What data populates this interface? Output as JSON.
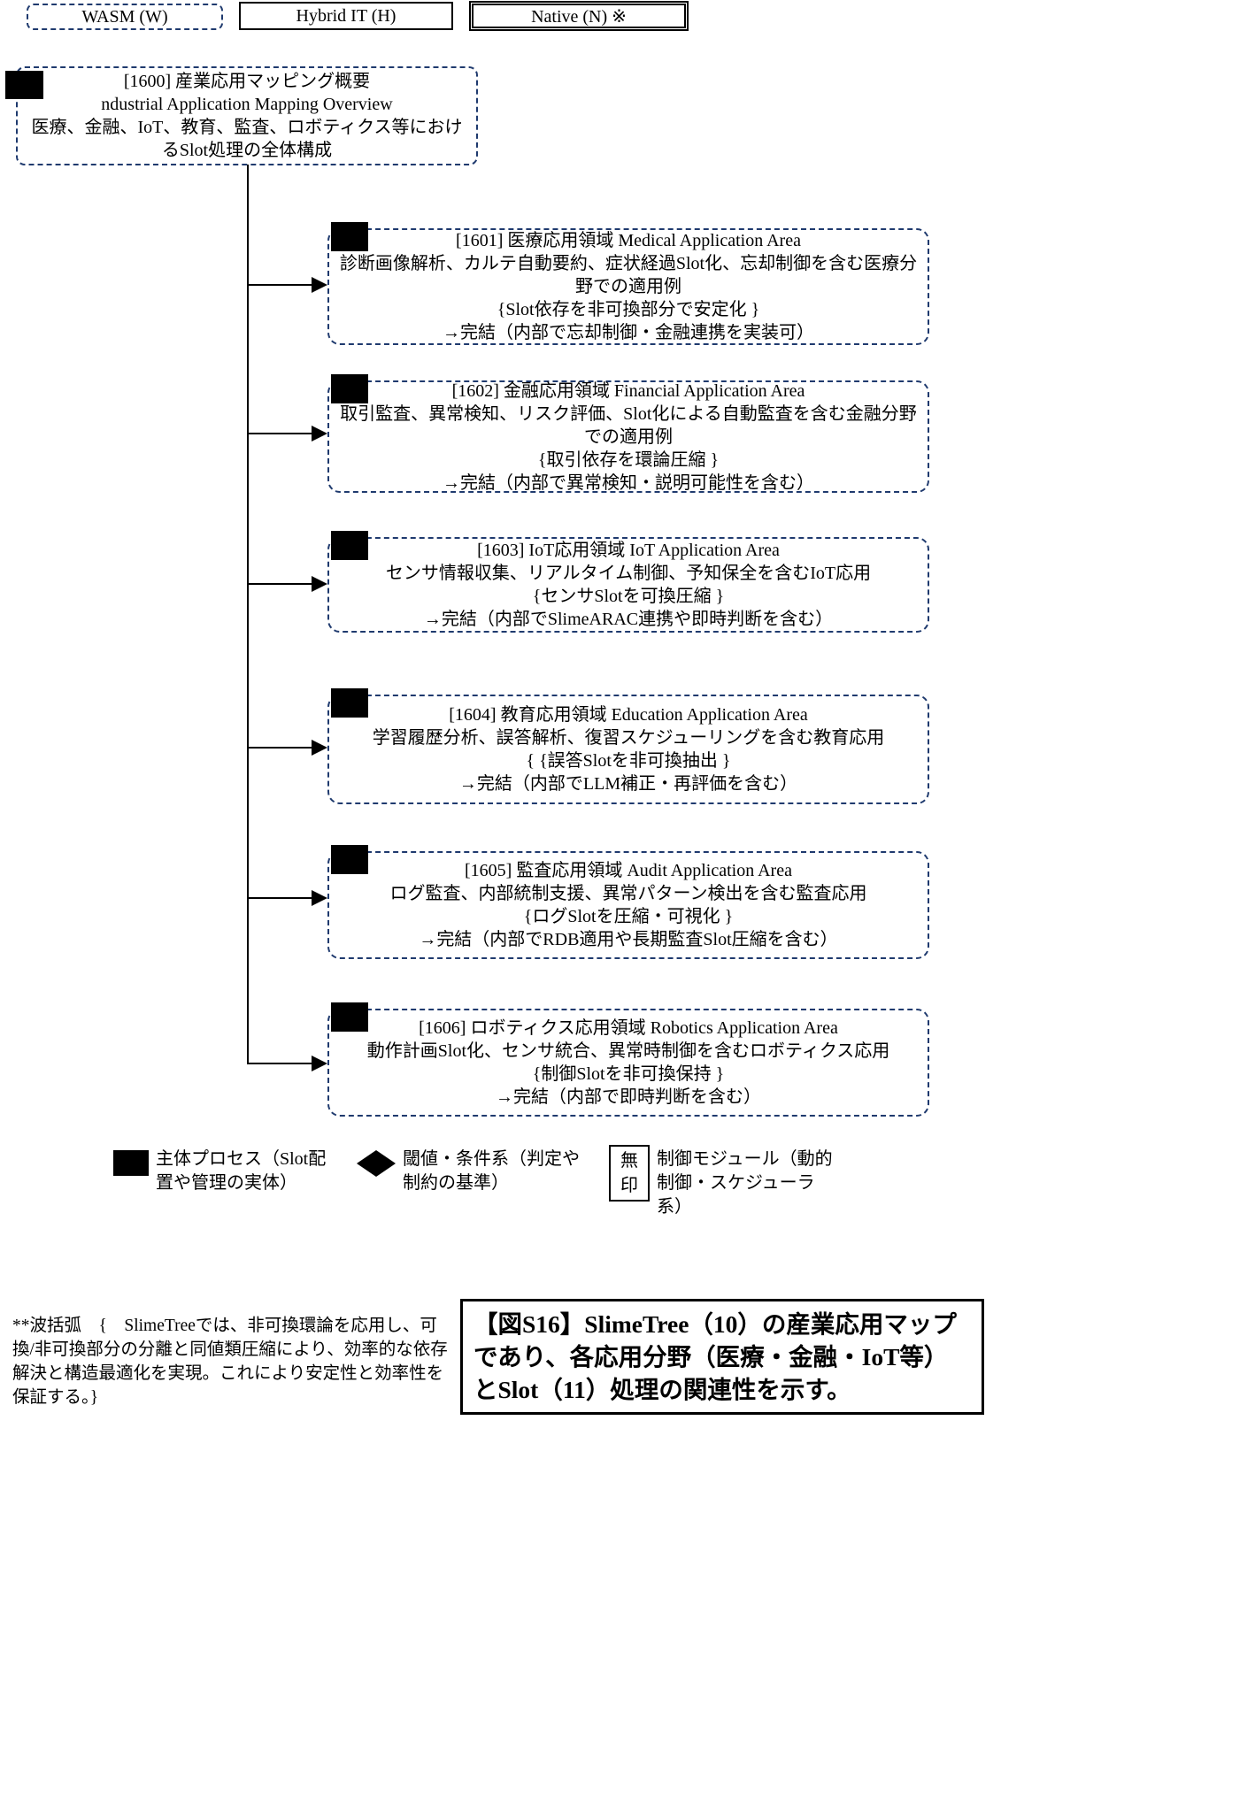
{
  "top_legend": {
    "wasm": "WASM (W)",
    "hybrid": "Hybrid IT (H)",
    "native": "Native (N) ※"
  },
  "root": {
    "title": "[1600] 産業応用マッピング概要",
    "subtitle": "ndustrial Application Mapping Overview",
    "description": "医療、金融、IoT、教育、監査、ロボティクス等におけるSlot処理の全体構成"
  },
  "nodes": [
    {
      "title": "[1601] 医療応用領域 Medical Application Area",
      "description": "診断画像解析、カルテ自動要約、症状経過Slot化、忘却制御を含む医療分野での適用例",
      "constraint": "{Slot依存を非可換部分で安定化 }",
      "result": "→完結（内部で忘却制御・金融連携を実装可）"
    },
    {
      "title": "[1602] 金融応用領域 Financial Application Area",
      "description": "取引監査、異常検知、リスク評価、Slot化による自動監査を含む金融分野での適用例",
      "constraint": "{取引依存を環論圧縮 }",
      "result": "→完結（内部で異常検知・説明可能性を含む）"
    },
    {
      "title": "[1603] IoT応用領域 IoT Application Area",
      "description": "センサ情報収集、リアルタイム制御、予知保全を含むIoT応用",
      "constraint": "{センサSlotを可換圧縮 }",
      "result": "→完結（内部でSlimeARAC連携や即時判断を含む）"
    },
    {
      "title": "[1604] 教育応用領域 Education Application Area",
      "description": "学習履歴分析、誤答解析、復習スケジューリングを含む教育応用",
      "constraint": "{ {誤答Slotを非可換抽出 }",
      "result": "→完結（内部でLLM補正・再評価を含む）"
    },
    {
      "title": "[1605] 監査応用領域 Audit Application Area",
      "description": "ログ監査、内部統制支援、異常パターン検出を含む監査応用",
      "constraint": "{ログSlotを圧縮・可視化 }",
      "result": "→完結（内部でRDB適用や長期監査Slot圧縮を含む）"
    },
    {
      "title": "[1606] ロボティクス応用領域 Robotics Application Area",
      "description": "動作計画Slot化、センサ統合、異常時制御を含むロボティクス応用",
      "constraint": "{制御Slotを非可換保持 }",
      "result": "→完結（内部で即時判断を含む）"
    }
  ],
  "bottom_legend": {
    "square_label": "主体プロセス（Slot配置や管理の実体）",
    "diamond_label": "閾値・条件系（判定や制約の基準）",
    "plain_mark": "無印",
    "plain_label": "制御モジュール（動的制御・スケジューラ系）"
  },
  "footnote": {
    "text": "**波括弧　{　SlimeTreeでは、非可換環論を応用し、可換/非可換部分の分離と同値類圧縮により、効率的な依存解決と構造最適化を実現。これにより安定性と効率性を保証する。}"
  },
  "caption": {
    "text": "【図S16】SlimeTree（10）の産業応用マップであり、各応用分野（医療・金融・IoT等）とSlot（11）処理の関連性を示す。"
  },
  "colors": {
    "dashed_border": "#1f3a6e",
    "solid": "#000000",
    "background": "#ffffff"
  }
}
